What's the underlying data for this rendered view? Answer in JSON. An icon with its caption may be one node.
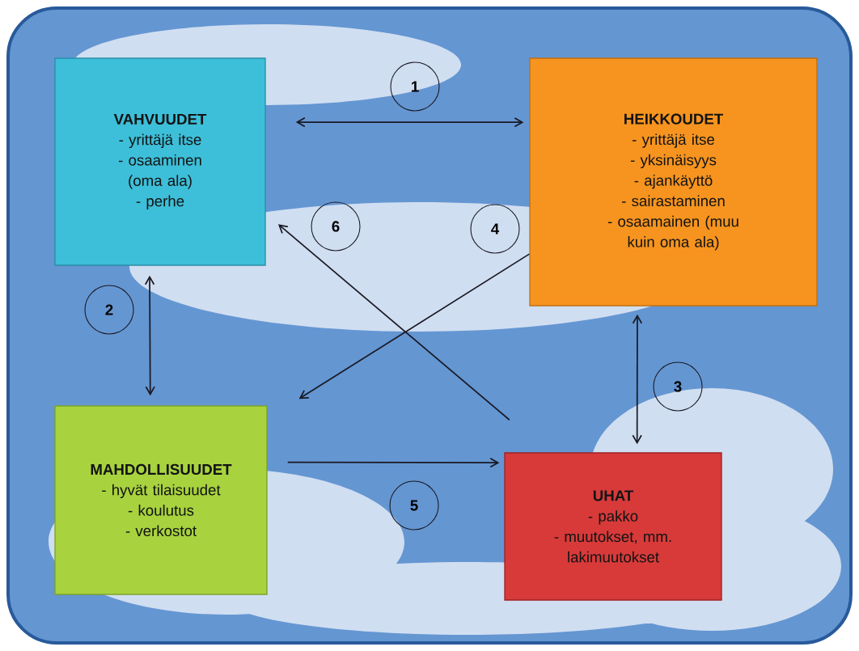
{
  "diagram": {
    "nodes": [
      {
        "text": [
          "VAHVUUDET",
          "- yrittäjä itse",
          "- osaaminen (oma ala)",
          "- perhe"
        ]
      },
      {
        "text": [
          "HEIKKOUDET",
          "- yrittäjä itse",
          "- yksinäisyys",
          "- ajankäyttö",
          "- sairastaminen",
          "- osaamainen (muu kuin oma ala)"
        ]
      },
      {
        "text": [
          "MAHDOLLISUUDET",
          "- hyvät tilaisuudet",
          "- koulutus",
          "- verkostot"
        ]
      },
      {
        "text": [
          "UHAT",
          "- pakko",
          "- muutokset, mm. lakimuutokset"
        ]
      }
    ],
    "edges": [
      {
        "from": 0,
        "to": 1,
        "arrow": "both",
        "label": "1"
      },
      {
        "from": 0,
        "to": 2,
        "arrow": "both",
        "label": "2"
      },
      {
        "from": 1,
        "to": 3,
        "arrow": "both",
        "label": "3"
      },
      {
        "from": 1,
        "to": 2,
        "arrow": "to",
        "label": "4"
      },
      {
        "from": 2,
        "to": 3,
        "arrow": "to",
        "label": "5"
      },
      {
        "from": 3,
        "to": 0,
        "arrow": "to",
        "label": "6"
      }
    ]
  }
}
